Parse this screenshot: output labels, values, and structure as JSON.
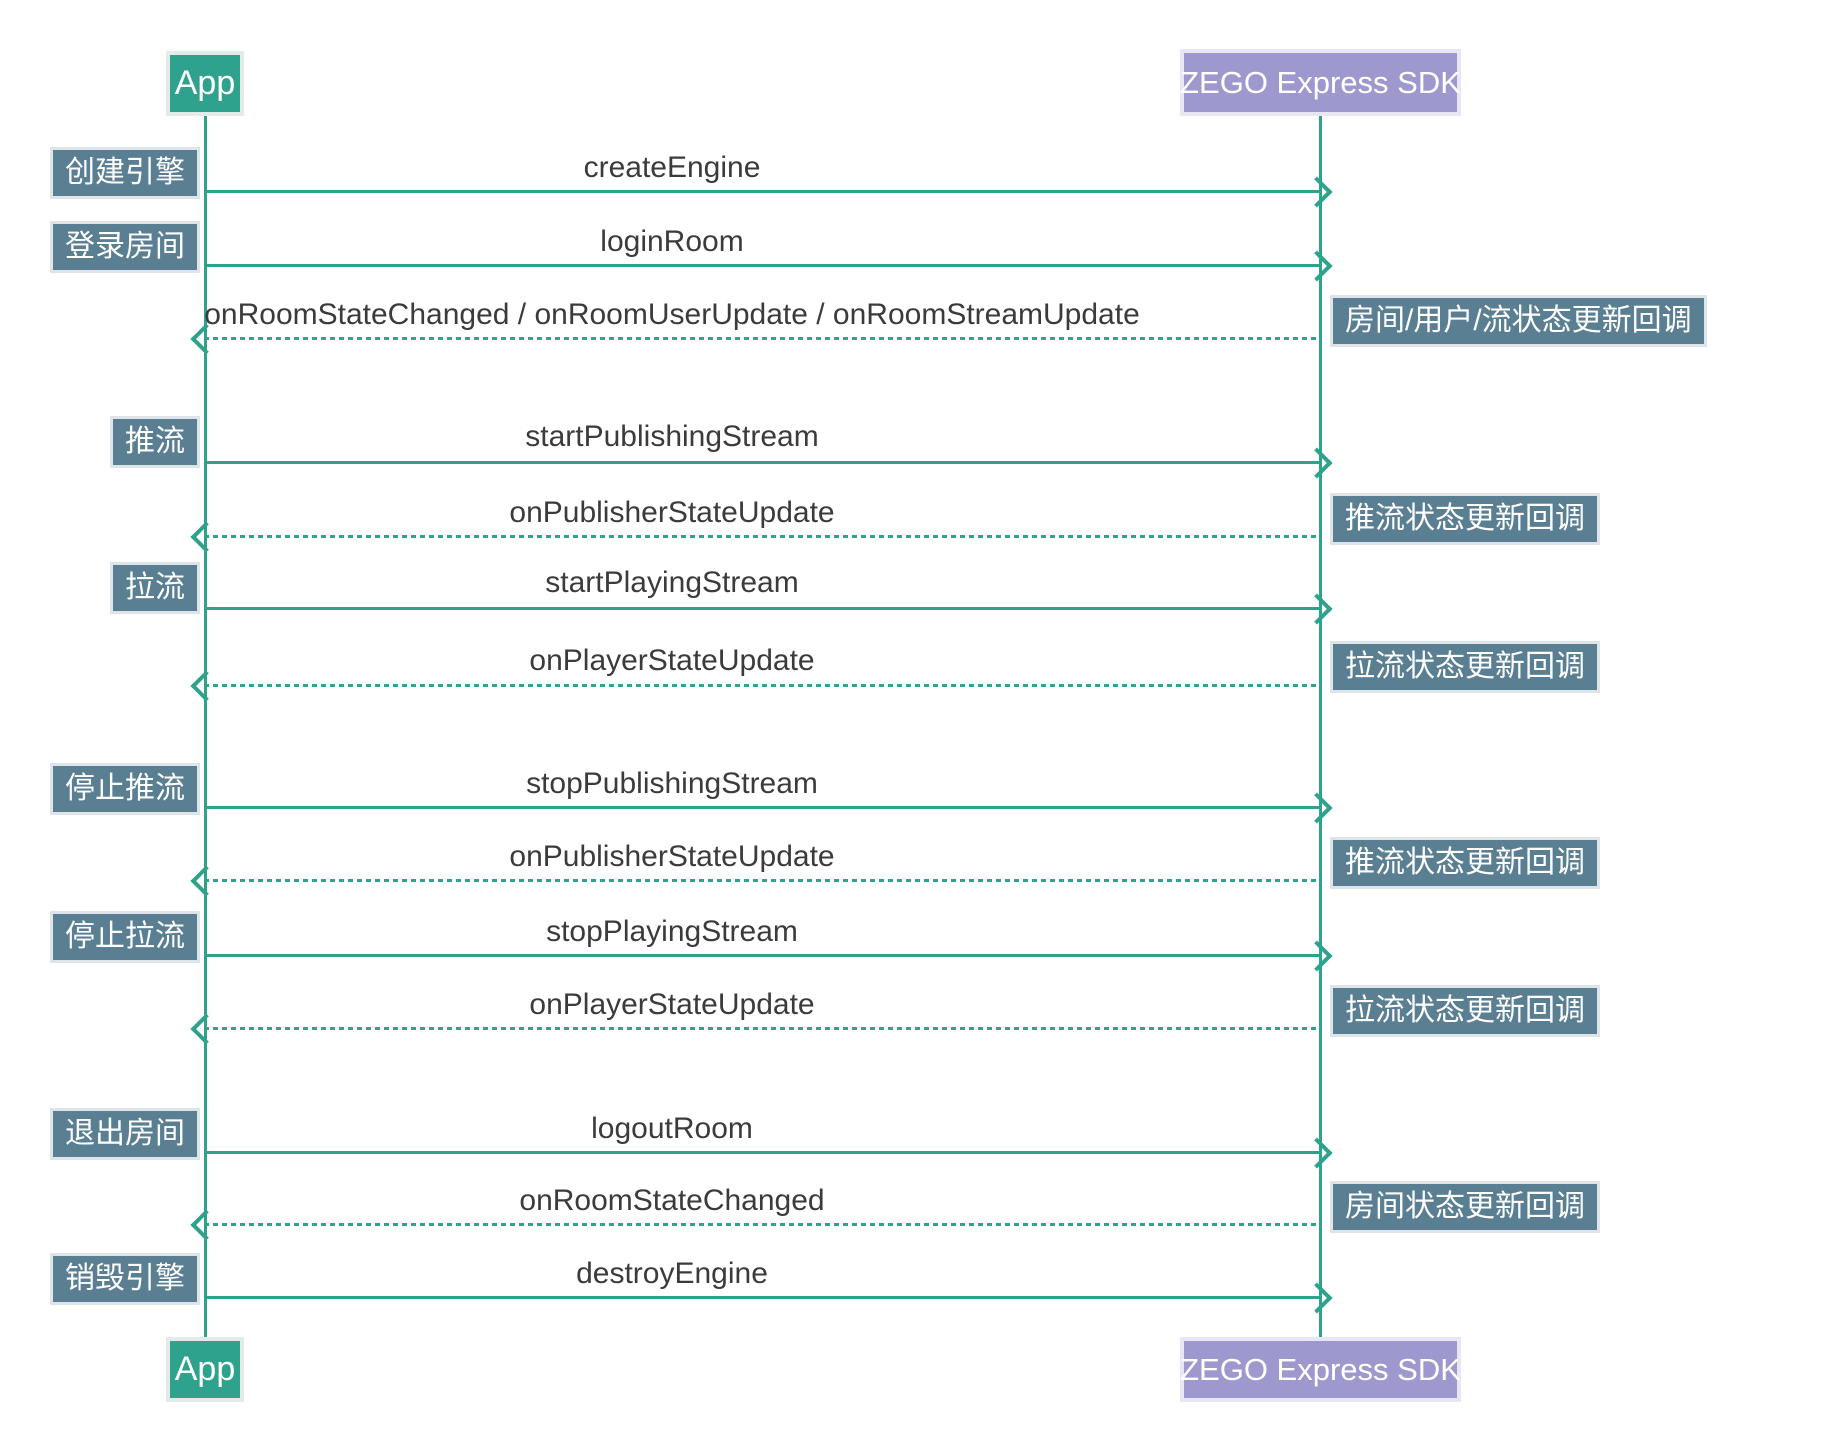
{
  "diagram": {
    "type": "sequence",
    "actors": {
      "app_top": "App",
      "sdk_top": "ZEGO Express SDK",
      "app_bottom": "App",
      "sdk_bottom": "ZEGO Express SDK"
    },
    "left_steps": [
      "创建引擎",
      "登录房间",
      "推流",
      "拉流",
      "停止推流",
      "停止拉流",
      "退出房间",
      "销毁引擎"
    ],
    "calls": [
      "createEngine",
      "loginRoom",
      "startPublishingStream",
      "startPlayingStream",
      "stopPublishingStream",
      "stopPlayingStream",
      "logoutRoom",
      "destroyEngine"
    ],
    "callbacks": [
      "onRoomStateChanged / onRoomUserUpdate / onRoomStreamUpdate",
      "onPublisherStateUpdate",
      "onPlayerStateUpdate",
      "onPublisherStateUpdate",
      "onPlayerStateUpdate",
      "onRoomStateChanged"
    ],
    "callback_labels": [
      "房间/用户/流状态更新回调",
      "推流状态更新回调",
      "拉流状态更新回调",
      "推流状态更新回调",
      "拉流状态更新回调",
      "房间状态更新回调"
    ],
    "colors": {
      "actor_app": "#2fa28d",
      "actor_sdk": "#9d99ce",
      "label_box": "#5a7f93",
      "line": "#2fa28c",
      "message_text": "#3b3b3b",
      "background": "#ffffff"
    }
  }
}
